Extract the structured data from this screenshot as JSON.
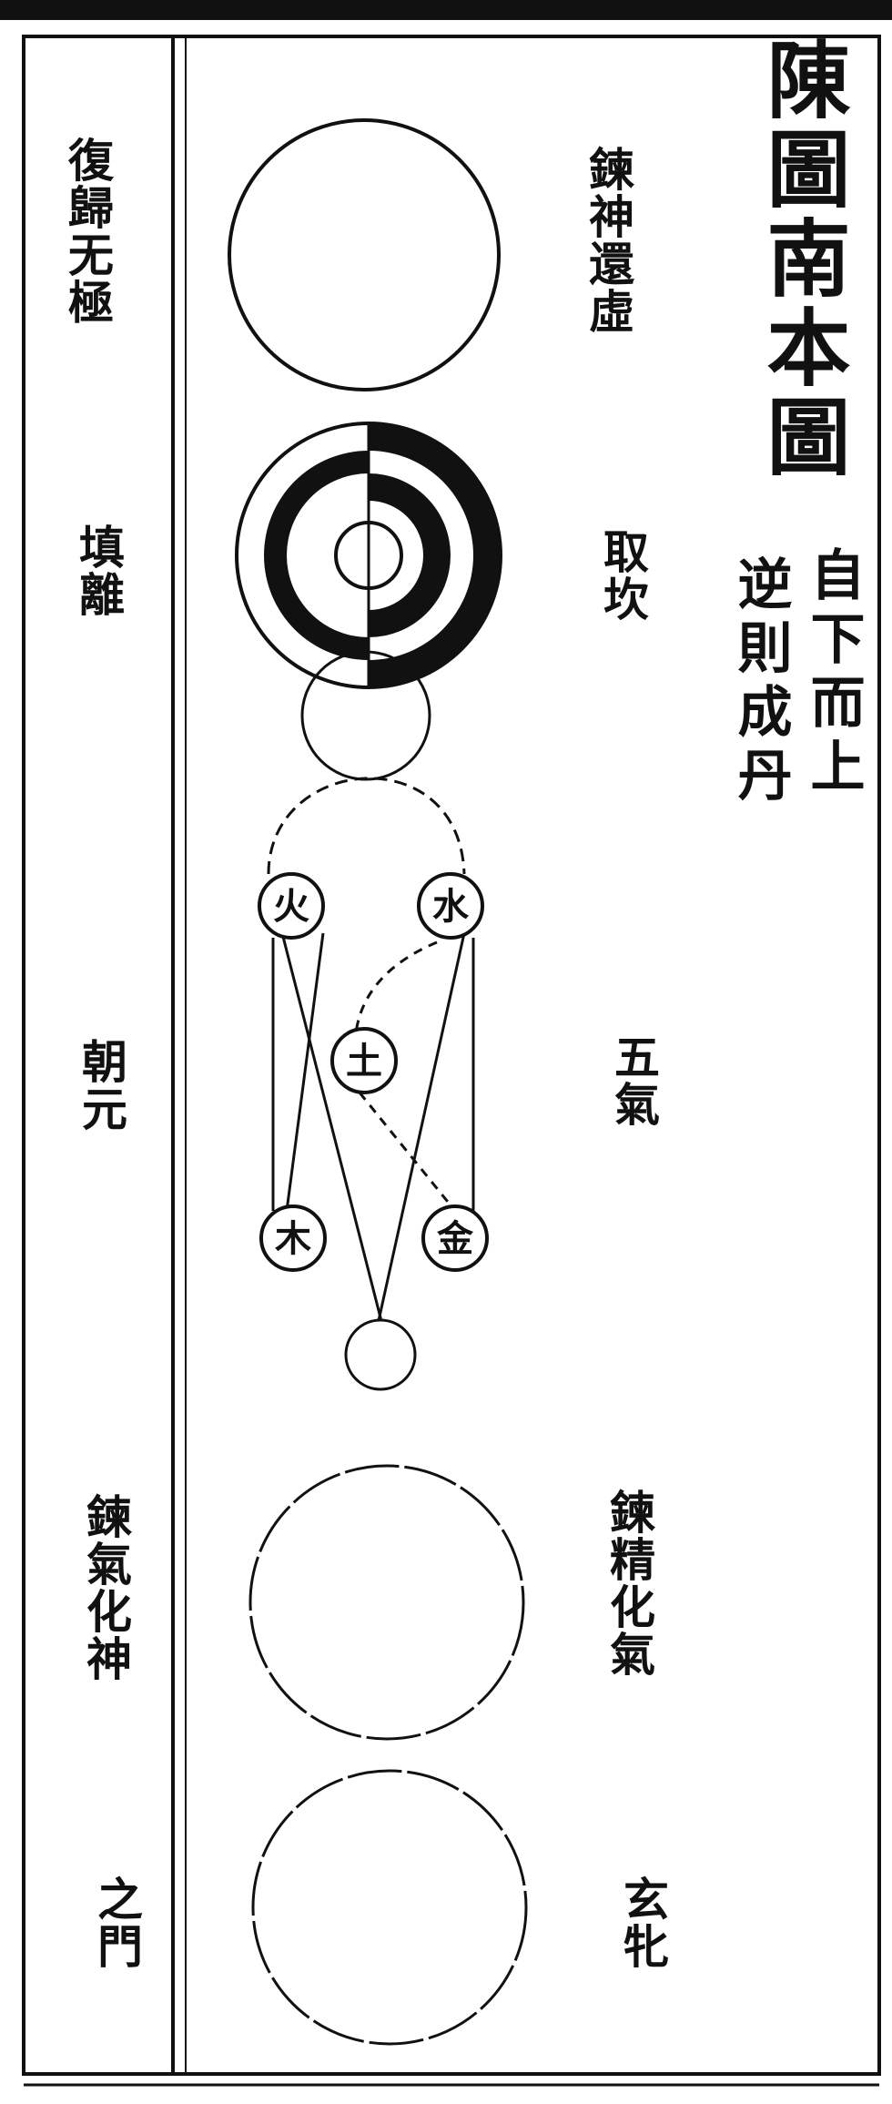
{
  "title": "陳圖南本圖",
  "subtitle": [
    "自下而上",
    "逆則成丹"
  ],
  "right_labels": [
    "鍊神還虛",
    "取坎",
    "五氣",
    "鍊精化氣",
    "玄牝"
  ],
  "left_labels": [
    "復歸无極",
    "填離",
    "朝元",
    "鍊氣化神",
    "之門"
  ],
  "elements": {
    "fire": "火",
    "water": "水",
    "earth": "土",
    "wood": "木",
    "metal": "金"
  }
}
